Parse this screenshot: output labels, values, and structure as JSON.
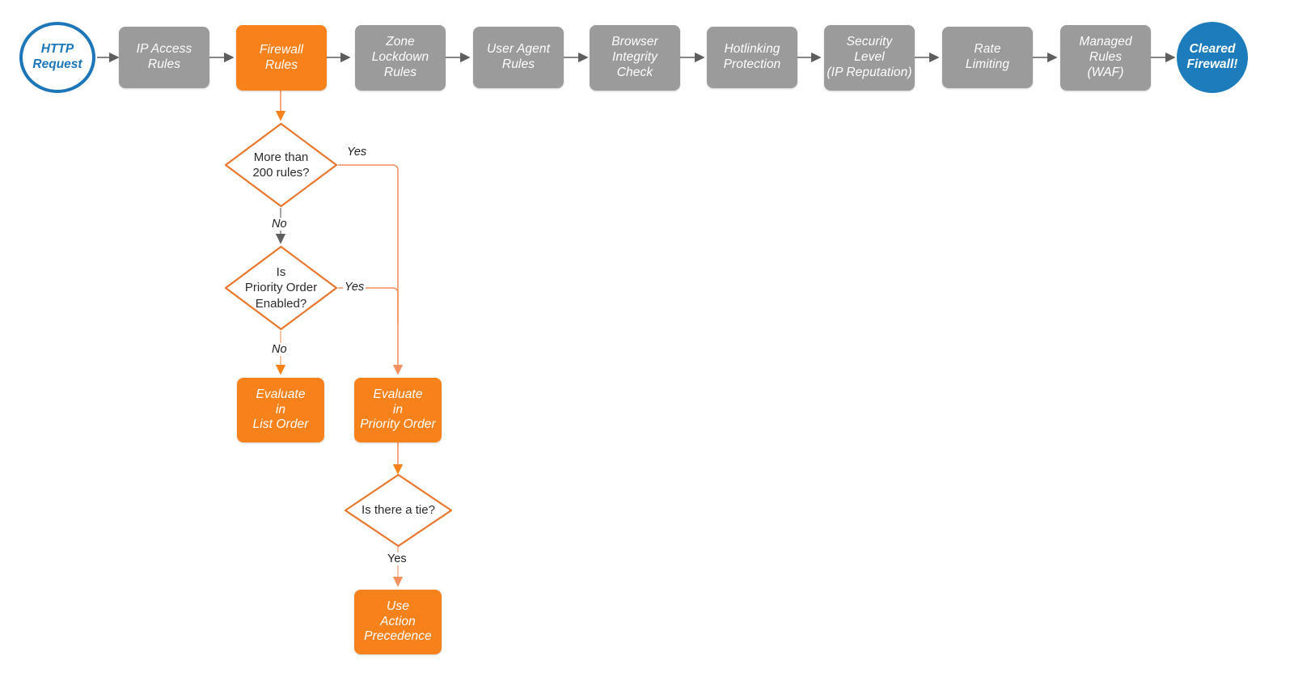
{
  "diagram": {
    "title": "Cloudflare firewall rules evaluation order flowchart",
    "colors": {
      "orange": "#f7821b",
      "orange_line": "#f0905a",
      "gray": "#9b9b9b",
      "gray_line": "#5e5e5e",
      "blue": "#1c7cbc",
      "blue_outline": "#1c76b9",
      "text_dark": "#2b2b2b",
      "text_light": "#ffffff",
      "background": "#ffffff"
    }
  },
  "pipeline": {
    "start": {
      "label": "HTTP Request",
      "shape": "circle",
      "style": "outlined-blue"
    },
    "steps": [
      {
        "label": "IP Access Rules",
        "style": "gray"
      },
      {
        "label": "Firewall Rules",
        "style": "orange",
        "highlighted": true
      },
      {
        "label": "Zone Lockdown Rules",
        "style": "gray"
      },
      {
        "label": "User Agent Rules",
        "style": "gray"
      },
      {
        "label": "Browser Integrity Check",
        "style": "gray"
      },
      {
        "label": "Hotlinking Protection",
        "style": "gray"
      },
      {
        "label": "Security Level (IP Reputation)",
        "style": "gray"
      },
      {
        "label": "Rate Limiting",
        "style": "gray"
      },
      {
        "label": "Managed Rules (WAF)",
        "style": "gray"
      }
    ],
    "end": {
      "label": "Cleared Firewall!",
      "shape": "circle",
      "style": "filled-blue"
    }
  },
  "detail_branch": {
    "decisions": [
      {
        "id": "more-than-200-rules",
        "label": "More than 200 rules?"
      },
      {
        "id": "priority-order-enabled",
        "label": "Is Priority Order Enabled?"
      },
      {
        "id": "is-there-a-tie",
        "label": "Is there a tie?"
      }
    ],
    "outcomes": [
      {
        "id": "evaluate-list-order",
        "label": "Evaluate in List Order"
      },
      {
        "id": "evaluate-priority-order",
        "label": "Evaluate in Priority Order"
      },
      {
        "id": "use-action-precedence",
        "label": "Use Action Precedence"
      }
    ],
    "edge_labels": {
      "more_than_200_yes": "Yes",
      "more_than_200_no": "No",
      "priority_order_yes": "Yes",
      "priority_order_no": "No",
      "tie_yes": "Yes"
    }
  },
  "node_text": {
    "http_request_l1": "HTTP",
    "http_request_l2": "Request",
    "ip_access_l1": "IP Access",
    "ip_access_l2": "Rules",
    "firewall_l1": "Firewall",
    "firewall_l2": "Rules",
    "zone_l1": "Zone",
    "zone_l2": "Lockdown",
    "zone_l3": "Rules",
    "useragent_l1": "User Agent",
    "useragent_l2": "Rules",
    "browser_l1": "Browser",
    "browser_l2": "Integrity",
    "browser_l3": "Check",
    "hotlink_l1": "Hotlinking",
    "hotlink_l2": "Protection",
    "security_l1": "Security",
    "security_l2": "Level",
    "security_l3": "(IP Reputation)",
    "rate_l1": "Rate",
    "rate_l2": "Limiting",
    "managed_l1": "Managed",
    "managed_l2": "Rules",
    "managed_l3": "(WAF)",
    "cleared_l1": "Cleared",
    "cleared_l2": "Firewall!",
    "d1_l1": "More than",
    "d1_l2": "200 rules?",
    "d2_l1": "Is",
    "d2_l2": "Priority Order",
    "d2_l3": "Enabled?",
    "d3_l1": "Is there a tie?",
    "o1_l1": "Evaluate",
    "o1_l2": "in",
    "o1_l3": "List Order",
    "o2_l1": "Evaluate",
    "o2_l2": "in",
    "o2_l3": "Priority Order",
    "o3_l1": "Use",
    "o3_l2": "Action",
    "o3_l3": "Precedence"
  }
}
